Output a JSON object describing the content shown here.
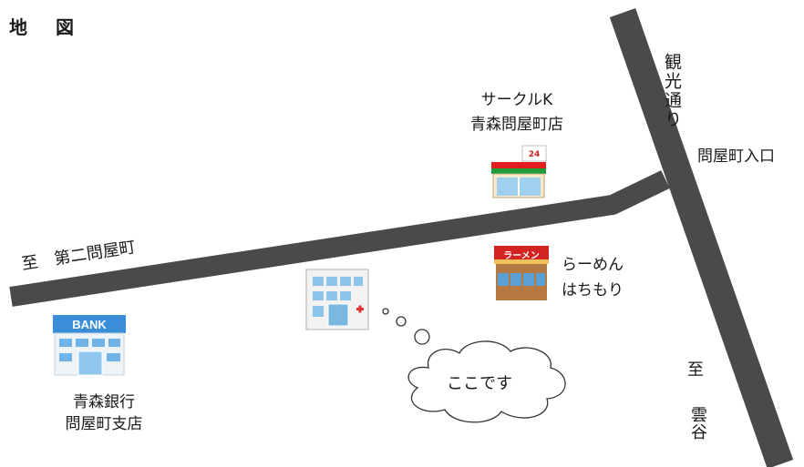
{
  "title": "地 図",
  "colors": {
    "road": "#4a4a4a",
    "cloud_stroke": "#333333"
  },
  "roads": {
    "tourist_street": "観光通り",
    "toward_second_toyamachi": "至　第二問屋町",
    "toward_kumoya": [
      "至",
      "雲谷"
    ],
    "toyamachi_entrance": "問屋町入口"
  },
  "places": {
    "convenience_store": {
      "name_line1": "サークルK",
      "name_line2": "青森問屋町店",
      "icon": "convenience-store-icon",
      "sign": "24"
    },
    "ramen": {
      "name_line1": "らーめん",
      "name_line2": "はちもり",
      "icon": "ramen-shop-icon",
      "sign": "ラーメン"
    },
    "bank": {
      "name_line1": "青森銀行",
      "name_line2": "問屋町支店",
      "icon": "bank-icon",
      "sign": "BANK"
    },
    "here": {
      "icon": "clinic-building-icon"
    }
  },
  "callout": "ここです"
}
